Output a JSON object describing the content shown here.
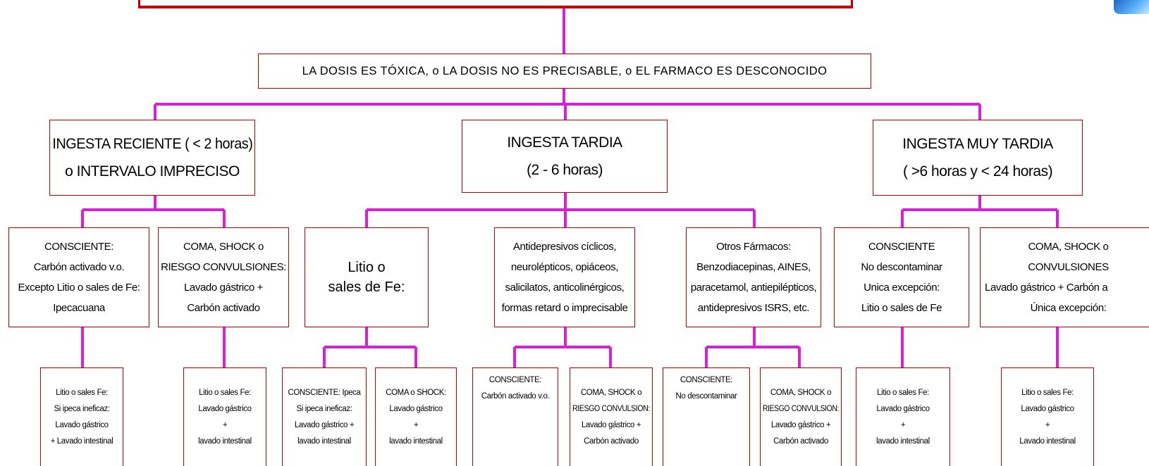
{
  "root": "LA DOSIS ES TÓXICA, o LA DOSIS NO ES PRECISABLE, o EL FARMACO ES DESCONOCIDO",
  "level1": [
    {
      "lines": [
        "INGESTA RECIENTE ( < 2 horas)",
        "o INTERVALO IMPRECISO"
      ]
    },
    {
      "lines": [
        "INGESTA TARDIA",
        "(2 - 6 horas)"
      ]
    },
    {
      "lines": [
        "INGESTA MUY TARDIA",
        "( >6 horas y < 24 horas)"
      ]
    }
  ],
  "level2": [
    {
      "lines": [
        "CONSCIENTE:",
        "Carbón activado v.o.",
        "Excepto Litio o sales de Fe:",
        "Ipecacuana"
      ]
    },
    {
      "lines": [
        "COMA, SHOCK o",
        "RIESGO CONVULSIONES:",
        "Lavado gástrico +",
        "Carbón activado"
      ]
    },
    {
      "lines": [
        "Litio o",
        "sales de Fe:"
      ]
    },
    {
      "lines": [
        "Antidepresivos cíclicos,",
        "neurolépticos, opiáceos,",
        "salicilatos, anticolinérgicos,",
        "formas retard o imprecisable"
      ]
    },
    {
      "lines": [
        "Otros Fármacos:",
        "Benzodiacepinas, AINES,",
        "paracetamol, antiepilépticos,",
        "antidepresivos ISRS, etc."
      ]
    },
    {
      "lines": [
        "CONSCIENTE",
        "No descontaminar",
        "Unica excepción:",
        "Litio o sales de Fe"
      ]
    },
    {
      "lines": [
        "COMA, SHOCK o",
        "CONVULSIONES",
        "Lavado gástrico + Carbón a",
        "Única excepción:"
      ]
    }
  ],
  "level3": [
    {
      "lines": [
        "Litio o sales Fe:",
        "Si ipeca ineficaz:",
        "Lavado gástrico",
        "+ Lavado intestinal"
      ]
    },
    {
      "lines": [
        "Litio o sales Fe:",
        "Lavado gástrico",
        "+",
        "lavado intestinal"
      ]
    },
    {
      "lines": [
        "CONSCIENTE: Ipeca",
        "Si ipeca ineficaz:",
        "Lavado gástrico +",
        "lavado intestinal"
      ]
    },
    {
      "lines": [
        "COMA o SHOCK:",
        "Lavado gástrico",
        "+",
        "lavado intestinal"
      ]
    },
    {
      "lines": [
        "CONSCIENTE:",
        "Carbón activado v.o.",
        "",
        ""
      ]
    },
    {
      "lines": [
        "COMA, SHOCK o",
        "RIESGO CONVULSION:",
        "Lavado gástrico +",
        "Carbón activado"
      ]
    },
    {
      "lines": [
        "CONSCIENTE:",
        "No descontaminar",
        "",
        ""
      ]
    },
    {
      "lines": [
        "COMA, SHOCK o",
        "RIESGO CONVULSION:",
        "Lavado gástrico +",
        "Carbón activado"
      ]
    },
    {
      "lines": [
        "Litio o sales Fe:",
        "Lavado gástrico",
        "+",
        "lavado intestinal"
      ]
    },
    {
      "lines": [
        "Litio o sales Fe:",
        "Lavado gástrico",
        "+",
        "Lavado intestinal"
      ]
    }
  ],
  "colors": {
    "connector": "#d61fd6",
    "border": "#c00000"
  }
}
